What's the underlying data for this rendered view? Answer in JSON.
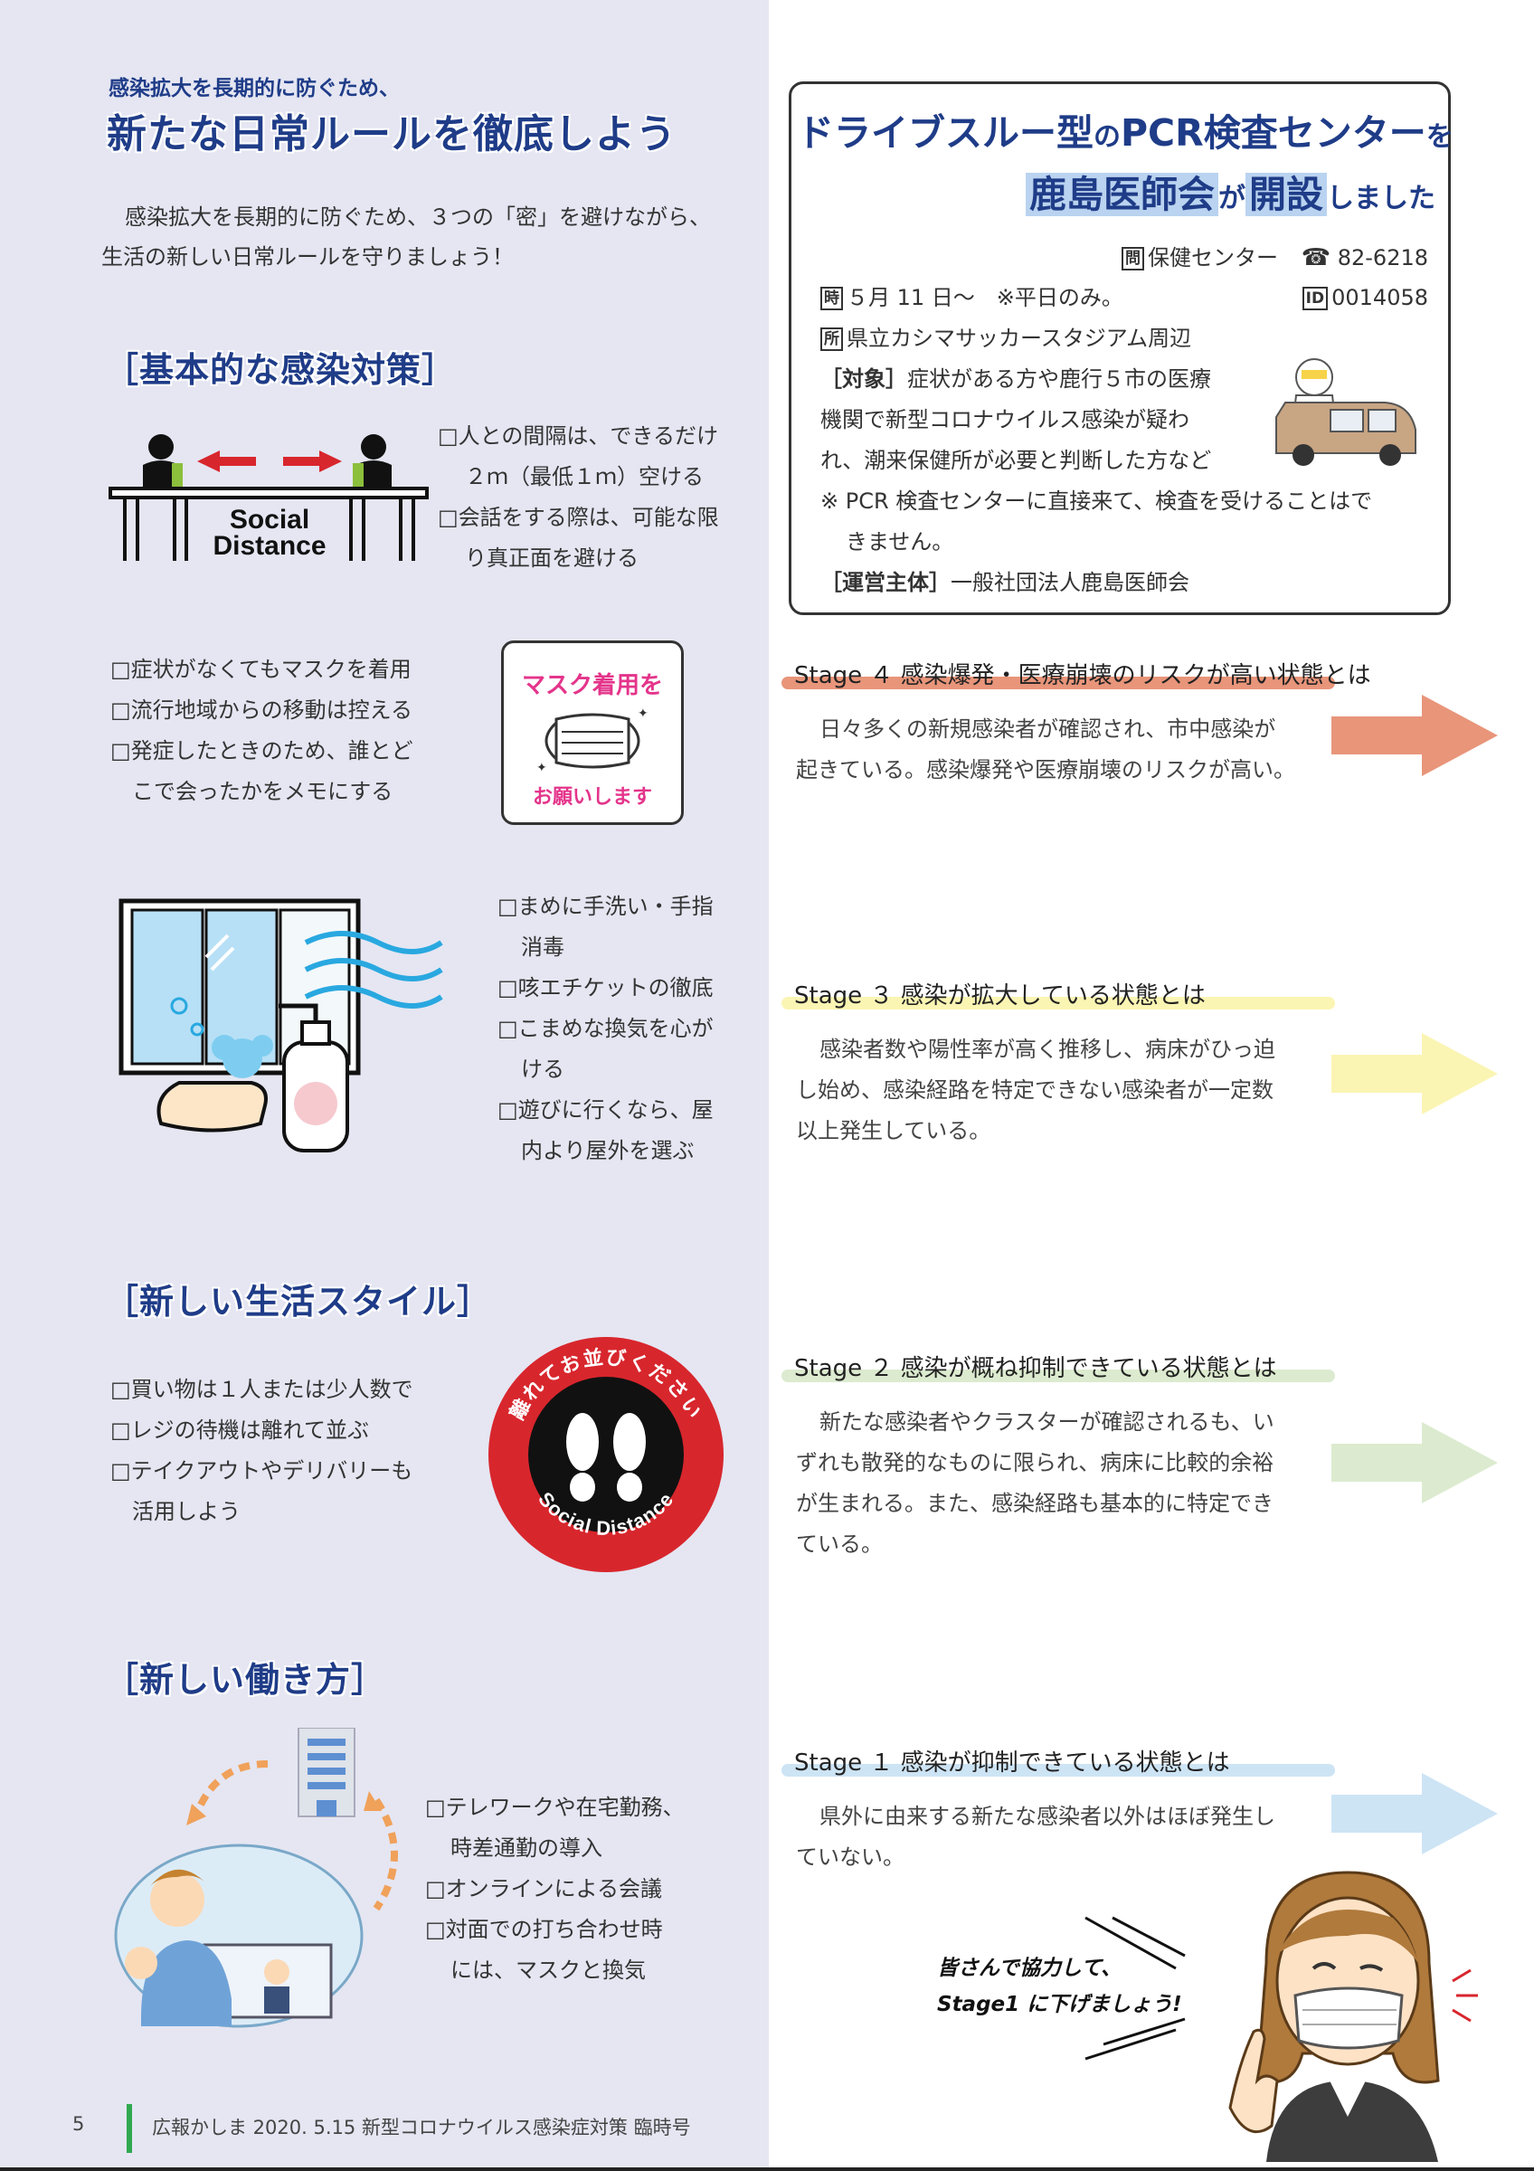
{
  "left": {
    "kicker": "感染拡大を長期的に防ぐため、",
    "headline": "新たな日常ルールを徹底しよう",
    "intro": [
      "感染拡大を長期的に防ぐため、３つの「密」を避けながら、",
      "生活の新しい日常ルールを守りましょう！"
    ],
    "section1": {
      "heading": "［基本的な感染対策］",
      "social_distance_label": [
        "Social",
        "Distance"
      ],
      "list_a": [
        "□人との間隔は、できるだけ",
        "２ｍ（最低１ｍ）空ける",
        "□会話をする際は、可能な限",
        "り真正面を避ける"
      ],
      "list_b": [
        "□症状がなくてもマスクを着用",
        "□流行地域からの移動は控える",
        "□発症したときのため、誰とど",
        "こで会ったかをメモにする"
      ],
      "mask_sign": {
        "top": "マスク着用を",
        "bottom": "お願いします"
      },
      "list_c": [
        "□まめに手洗い・手指",
        "消毒",
        "□咳エチケットの徹底",
        "□こまめな換気を心が",
        "ける",
        "□遊びに行くなら、屋",
        "内より屋外を選ぶ"
      ]
    },
    "section2": {
      "heading": "［新しい生活スタイル］",
      "list": [
        "□買い物は１人または少人数で",
        "□レジの待機は離れて並ぶ",
        "□テイクアウトやデリバリーも",
        "活用しよう"
      ],
      "badge_top": "離れてお並びください",
      "badge_bottom": "Social Distance"
    },
    "section3": {
      "heading": "［新しい働き方］",
      "list": [
        "□テレワークや在宅勤務、",
        "時差通勤の導入",
        "□オンラインによる会議",
        "□対面での打ち合わせ時",
        "には、マスクと換気"
      ]
    }
  },
  "pcr": {
    "title_line1_a": "ドライブスルー型",
    "title_line1_b": "の",
    "title_line1_c": "PCR検査センター",
    "title_line1_d": "を",
    "title_line2_a": "鹿島医師会",
    "title_line2_b": "が",
    "title_line2_c": "開設",
    "title_line2_d": "しました",
    "contact_tag": "問",
    "contact_place": "保健センター",
    "phone_icon": "☎",
    "phone": "82-6218",
    "date_tag": "時",
    "date": "５月 11 日～　※平日のみ。",
    "id_tag": "ID",
    "id": "0014058",
    "place_tag": "所",
    "place": "県立カシマサッカースタジアム周辺",
    "target_label": "［対象］",
    "target_lines": [
      "症状がある方や鹿行５市の医療",
      "機関で新型コロナウイルス感染が疑わ",
      "れ、潮来保健所が必要と判断した方など"
    ],
    "note_lines": [
      "※ PCR 検査センターに直接来て、検査を受けることはで",
      "きません。"
    ],
    "operator_label": "［運営主体］",
    "operator": "一般社団法人鹿島医師会"
  },
  "stages": [
    {
      "title": "Stage ４ 感染爆発・医療崩壊のリスクが高い状態とは",
      "text": [
        "日々多くの新規感染者が確認され、市中感染が",
        "起きている。感染爆発や医療崩壊のリスクが高い。"
      ],
      "color": "#e8957a"
    },
    {
      "title": "Stage ３ 感染が拡大している状態とは",
      "text": [
        "感染者数や陽性率が高く推移し、病床がひっ迫",
        "し始め、感染経路を特定できない感染者が一定数",
        "以上発生している。"
      ],
      "color": "#fbf5b4"
    },
    {
      "title": "Stage ２ 感染が概ね抑制できている状態とは",
      "text": [
        "新たな感染者やクラスターが確認されるも、い",
        "ずれも散発的なものに限られ、病床に比較的余裕",
        "が生まれる。また、感染経路も基本的に特定でき",
        "ている。"
      ],
      "color": "#dcebcf"
    },
    {
      "title": "Stage １ 感染が抑制できている状態とは",
      "text": [
        "県外に由来する新たな感染者以外はほぼ発生し",
        "ていない。"
      ],
      "color": "#cde4f5"
    }
  ],
  "bubble": [
    "皆さんで協力して、",
    "Stage1 に下げましょう!"
  ],
  "footer": {
    "page": "5",
    "text": "広報かしま 2020. 5.15 新型コロナウイルス感染症対策 臨時号"
  }
}
